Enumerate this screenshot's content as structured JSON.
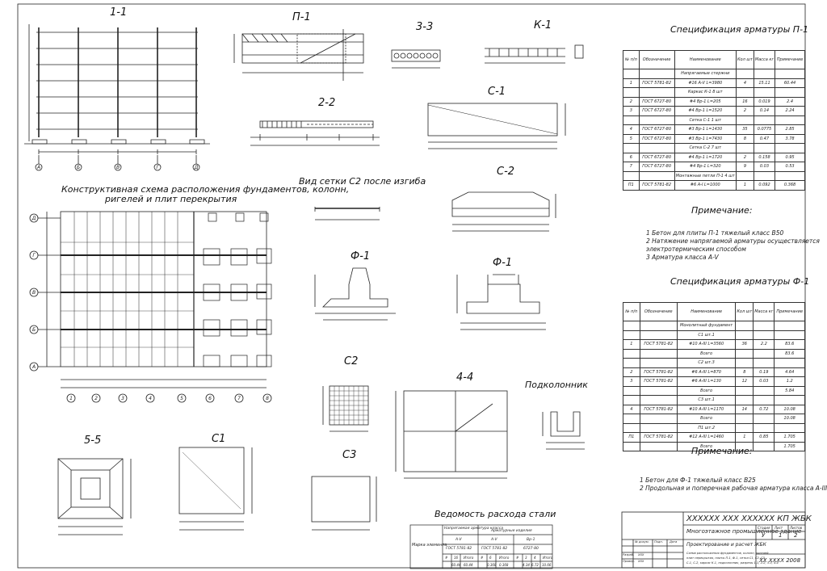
{
  "titles": {
    "s11": "1-1",
    "p1": "П-1",
    "s33": "3-3",
    "k1": "К-1",
    "s22": "2-2",
    "c1top": "С-1",
    "mesh_bent": "Вид сетки С2 после изгиба",
    "c2top": "С-2",
    "plan": "Конструктивная схема расположения фундаментов, колонн,",
    "plan2": "ригелей и плит перекрытия",
    "f1a": "Ф-1",
    "f1b": "Ф-1",
    "c2": "С2",
    "s44": "4-4",
    "podk": "Подколонник",
    "s55": "5-5",
    "c1": "С1",
    "c3": "С3",
    "steel": "Ведомость расхода стали"
  },
  "spec_p1": {
    "title": "Спецификация арматуры П-1",
    "headers": [
      "№ п/п",
      "Обозначение",
      "Наименование",
      "Кол шт",
      "Масса кг",
      "Примечание"
    ],
    "rows": [
      [
        "",
        "",
        "Напрягаемые стержни",
        "",
        "",
        ""
      ],
      [
        "1",
        "ГОСТ 5781-82",
        "#16 A-V L=3980",
        "4",
        "15.11",
        "60.44"
      ],
      [
        "",
        "",
        "Каркас К-1 8 шт",
        "",
        "",
        ""
      ],
      [
        "2",
        "ГОСТ 6727-80",
        "#4 Вр-1 L=205",
        "16",
        "0.019",
        "2.4"
      ],
      [
        "3",
        "ГОСТ 6727-80",
        "#4 Вр-1 L=1520",
        "2",
        "0.14",
        "2.24"
      ],
      [
        "",
        "",
        "Сетка С-1 1 шт",
        "",
        "",
        ""
      ],
      [
        "4",
        "ГОСТ 6727-80",
        "#3 Вр-1 L=1430",
        "35",
        "0.0775",
        "2.85"
      ],
      [
        "5",
        "ГОСТ 6727-80",
        "#3 Вр-1 L=7430",
        "8",
        "0.47",
        "3.78"
      ],
      [
        "",
        "",
        "Сетка С-2 7 шт",
        "",
        "",
        ""
      ],
      [
        "6",
        "ГОСТ 6727-80",
        "#4 Вр-1 L=1720",
        "2",
        "0.158",
        "0.95"
      ],
      [
        "7",
        "ГОСТ 6727-80",
        "#4 Вр-1 L=320",
        "9",
        "0.03",
        "0.53"
      ],
      [
        "",
        "",
        "Монтажные петли П-1 4 шт",
        "",
        "",
        ""
      ],
      [
        "П1",
        "ГОСТ 5781-82",
        "#6 A-I L=1000",
        "1",
        "0.092",
        "0.368"
      ]
    ]
  },
  "note1": {
    "title": "Примечание:",
    "lines": [
      "1 Бетон для плиты П-1 тяжелый класс В50",
      "2 Натяжение напрягаемой арматуры осуществляется",
      "электротермическим способом",
      "3 Арматура класса A-V"
    ]
  },
  "spec_f1": {
    "title": "Спецификация арматуры Ф-1",
    "headers": [
      "№ п/п",
      "Обозначение",
      "Наименование",
      "Кол шт",
      "Масса кг",
      "Примечание"
    ],
    "rows": [
      [
        "",
        "",
        "Монолитный фундамент",
        "",
        "",
        ""
      ],
      [
        "",
        "",
        "С1 шт.1",
        "",
        "",
        ""
      ],
      [
        "1",
        "ГОСТ 5781-82",
        "#10 A-III L=3560",
        "36",
        "2.2",
        "83.6"
      ],
      [
        "",
        "",
        "Всего",
        "",
        "",
        "83.6"
      ],
      [
        "",
        "",
        "С2 шт.3",
        "",
        "",
        ""
      ],
      [
        "2",
        "ГОСТ 5781-82",
        "#6 A-III L=870",
        "8",
        "0.19",
        "4.64"
      ],
      [
        "3",
        "ГОСТ 5781-82",
        "#6 A-III L=130",
        "12",
        "0.03",
        "1.2"
      ],
      [
        "",
        "",
        "Всего",
        "",
        "",
        "5.84"
      ],
      [
        "",
        "",
        "С3 шт.1",
        "",
        "",
        ""
      ],
      [
        "4",
        "ГОСТ 5781-82",
        "#10 A-III L=1170",
        "14",
        "0.72",
        "10.08"
      ],
      [
        "",
        "",
        "Всего",
        "",
        "",
        "10.08"
      ],
      [
        "",
        "",
        "П1 шт.2",
        "",
        "",
        ""
      ],
      [
        "П1",
        "ГОСТ 5781-82",
        "#12 A-III L=1460",
        "1",
        "0.85",
        "1.705"
      ],
      [
        "",
        "",
        "Всего",
        "",
        "",
        "1.705"
      ]
    ]
  },
  "note2": {
    "title": "Примечание:",
    "lines": [
      "1 Бетон для Ф-1 тяжелый класс В25",
      "2 Продольная и поперечная рабочая арматура класса A-III"
    ]
  },
  "steel_table": {
    "mark": "Марка элемента",
    "h1": "Напрягаемая арматура класса",
    "h2": "Арматурные изделия",
    "cls": [
      "A-V",
      "A-V",
      "Вр-1"
    ],
    "gost": [
      "ГОСТ 5781-82",
      "ГОСТ 5781-82",
      "6727-80"
    ],
    "sub": [
      "#",
      "16",
      "Итого",
      "#",
      "6",
      "Итого",
      "#",
      "3",
      "4",
      "Итого"
    ],
    "vals": [
      "60.44",
      "60.44",
      "0.368",
      "0.368",
      "4.34",
      "6.72",
      "10.66"
    ]
  },
  "stamp": {
    "code": "XXXXXX XXX XXXXXX КП ЖБК",
    "project": "Многоэтажное промышленное здание",
    "design": "Проектирование и расчет ЖБК",
    "desc1": "Схема расположения фундаментов, колонн, ригелей",
    "desc2": "плит перекрытия, плиты П-1, Ф-1, сетки С1, С2, С3,",
    "desc3": "С-1, С-2, каркас К-1, подколонник, разрезы 1-1, 2-2, 3-3, 4-4",
    "labels": [
      "№ докум.",
      "Подп.",
      "Дата",
      "Разраб.",
      "Провер.",
      "Н.контр.",
      "Утв."
    ],
    "names": [
      "XXX",
      "XXX"
    ],
    "stage_hdr": [
      "Стадия",
      "Лист",
      "Листов"
    ],
    "stage_vals": [
      "У",
      "1",
      "2"
    ],
    "org": "XX XXXX 2008"
  },
  "grid": {
    "cols": [
      "1",
      "2",
      "3",
      "4",
      "5",
      "6",
      "7",
      "8"
    ],
    "rows": [
      "Д",
      "Г",
      "В",
      "Б",
      "А"
    ]
  }
}
